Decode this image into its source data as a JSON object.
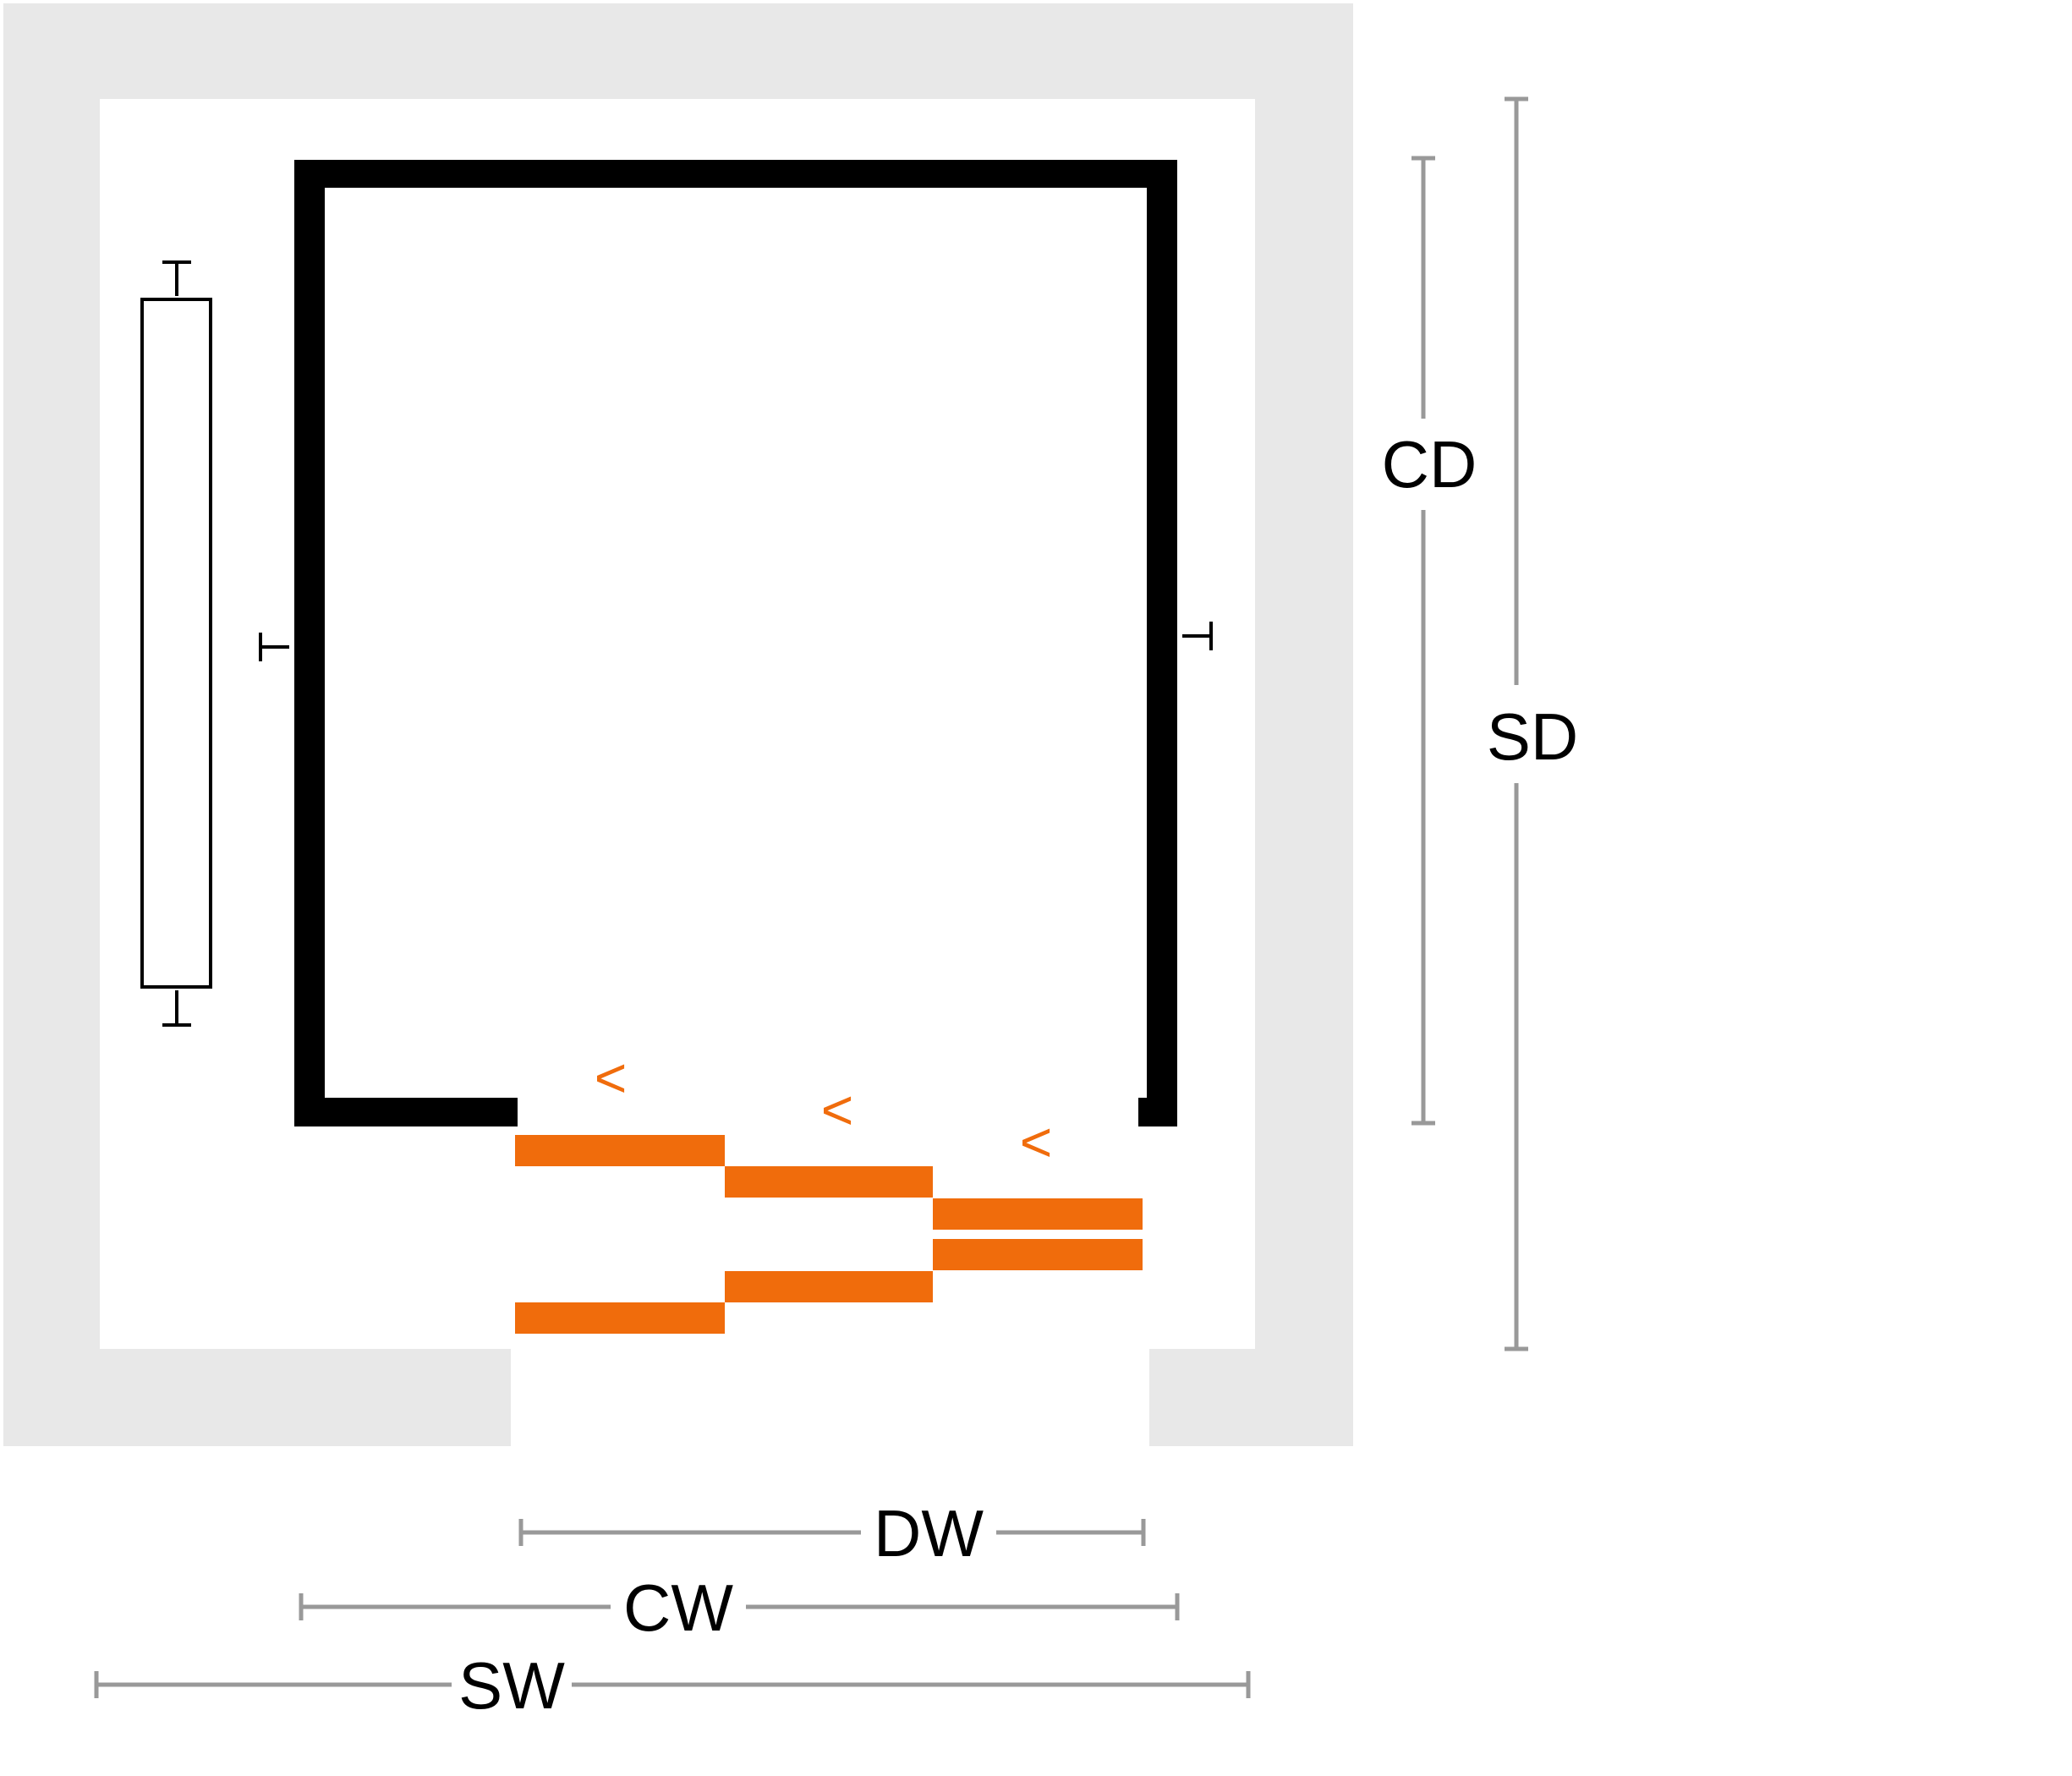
{
  "colors": {
    "shaft_wall": "#e8e8e8",
    "car_wall": "#000000",
    "door": "#f06c0c",
    "dimension_line": "#999999",
    "rail_outline": "#000000"
  },
  "dimensions": {
    "cd": "CD",
    "sd": "SD",
    "dw": "DW",
    "cw": "CW",
    "sw": "SW"
  },
  "door_arrows": {
    "glyph": "<",
    "count": 3,
    "direction": "left"
  },
  "door_panels": {
    "type": "telescopic",
    "panels_per_side": 3
  }
}
